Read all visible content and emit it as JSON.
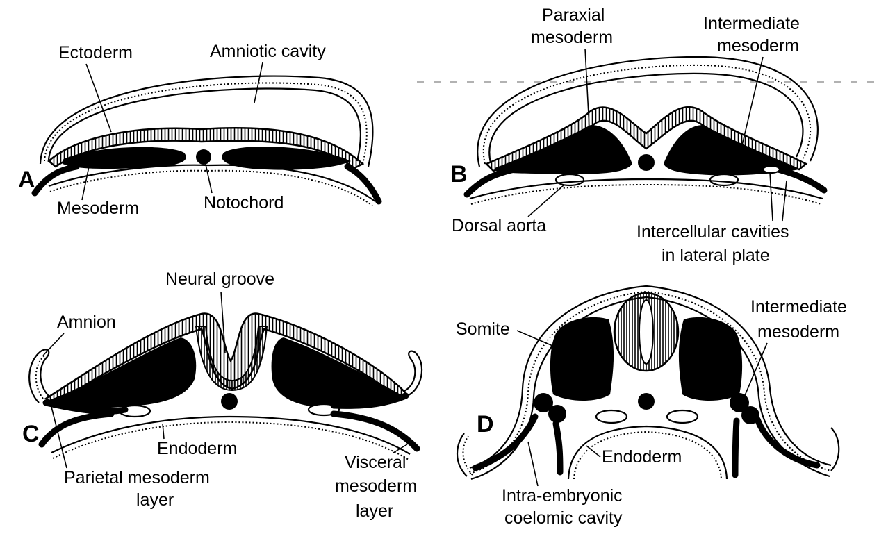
{
  "panels": {
    "a": {
      "letter": "A",
      "ectoderm": "Ectoderm",
      "amniotic_cavity": "Amniotic cavity",
      "mesoderm": "Mesoderm",
      "notochord": "Notochord"
    },
    "b": {
      "letter": "B",
      "paraxial_line1": "Paraxial",
      "paraxial_line2": "mesoderm",
      "intermediate_line1": "Intermediate",
      "intermediate_line2": "mesoderm",
      "dorsal_aorta": "Dorsal aorta",
      "cavities_line1": "Intercellular cavities",
      "cavities_line2": "in lateral plate"
    },
    "c": {
      "letter": "C",
      "neural_groove": "Neural groove",
      "amnion": "Amnion",
      "endoderm": "Endoderm",
      "parietal_line1": "Parietal mesoderm",
      "parietal_line2": "layer",
      "visceral_line1": "Visceral",
      "visceral_line2": "mesoderm",
      "visceral_line3": "layer"
    },
    "d": {
      "letter": "D",
      "somite": "Somite",
      "intermediate_line1": "Intermediate",
      "intermediate_line2": "mesoderm",
      "endoderm": "Endoderm",
      "coelom_line1": "Intra-embryonic",
      "coelom_line2": "coelomic cavity"
    }
  }
}
